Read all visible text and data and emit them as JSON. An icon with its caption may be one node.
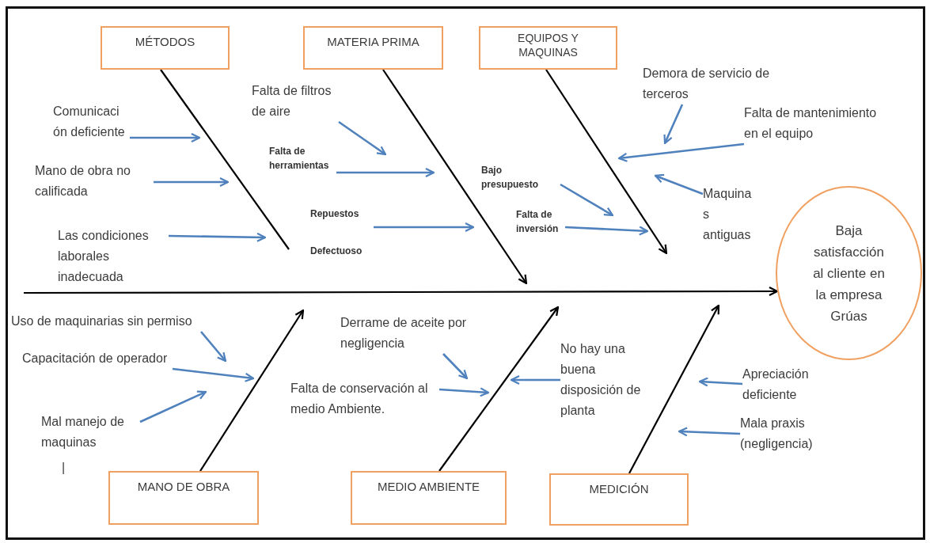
{
  "diagram": {
    "nodes": [
      {
        "text": [
          "MÉTODOS"
        ]
      },
      {
        "text": [
          "MATERIA PRIMA"
        ]
      },
      {
        "text": [
          "EQUIPOS Y MAQUINAS"
        ]
      },
      {
        "text": [
          "Comunicaci ón deficiente"
        ]
      },
      {
        "text": [
          "Mano de obra no calificada"
        ]
      },
      {
        "text": [
          "Las condiciones laborales inadecuada"
        ]
      },
      {
        "text": [
          "Falta de filtros de aire"
        ]
      },
      {
        "text": [
          "Falta de herramientas"
        ]
      },
      {
        "text": [
          "Repuestos",
          "Defectuoso"
        ]
      },
      {
        "text": [
          "Bajo presupuesto"
        ]
      },
      {
        "text": [
          "Falta de inversión"
        ]
      },
      {
        "text": [
          "Demora de servicio de terceros"
        ]
      },
      {
        "text": [
          "Falta de mantenimiento en el equipo"
        ]
      },
      {
        "text": [
          "Maquina s antiguas"
        ]
      },
      {
        "text": [
          "Baja satisfacción al cliente en la empresa Grúas"
        ]
      },
      {
        "text": [
          "Uso de maquinarias sin permiso"
        ]
      },
      {
        "text": [
          "Capacitación de operador"
        ]
      },
      {
        "text": [
          "Mal manejo de maquinas"
        ]
      },
      {
        "text": [
          "Derrame de aceite por negligencia"
        ]
      },
      {
        "text": [
          "Falta de conservación al medio Ambiente."
        ]
      },
      {
        "text": [
          "No hay una buena disposición de planta"
        ]
      },
      {
        "text": [
          "Apreciación deficiente"
        ]
      },
      {
        "text": [
          "Mala praxis (negligencia)"
        ]
      },
      {
        "text": [
          "MANO DE OBRA"
        ]
      },
      {
        "text": [
          "MEDIO AMBIENTE"
        ]
      },
      {
        "text": [
          "MEDICIÓN"
        ]
      }
    ],
    "edges": [
      {
        "from": 0,
        "to": null,
        "arrow": "none",
        "color": "#000000"
      },
      {
        "from": 1,
        "to": null,
        "arrow": "to",
        "color": "#000000"
      },
      {
        "from": 2,
        "to": null,
        "arrow": "to",
        "color": "#000000"
      },
      {
        "from": null,
        "to": 14,
        "arrow": "to",
        "color": "#000000"
      },
      {
        "from": 23,
        "to": null,
        "arrow": "to",
        "color": "#000000"
      },
      {
        "from": 24,
        "to": null,
        "arrow": "to",
        "color": "#000000"
      },
      {
        "from": 25,
        "to": null,
        "arrow": "to",
        "color": "#000000"
      },
      {
        "from": 3,
        "to": null,
        "arrow": "to"
      },
      {
        "from": 4,
        "to": null,
        "arrow": "to"
      },
      {
        "from": 5,
        "to": null,
        "arrow": "to"
      },
      {
        "from": 6,
        "to": null,
        "arrow": "to"
      },
      {
        "from": 7,
        "to": null,
        "arrow": "to"
      },
      {
        "from": 8,
        "to": null,
        "arrow": "to"
      },
      {
        "from": 9,
        "to": null,
        "arrow": "to"
      },
      {
        "from": 10,
        "to": null,
        "arrow": "to"
      },
      {
        "from": 11,
        "to": null,
        "arrow": "to"
      },
      {
        "from": 12,
        "to": null,
        "arrow": "to"
      },
      {
        "from": 13,
        "to": null,
        "arrow": "to"
      },
      {
        "from": 15,
        "to": null,
        "arrow": "to"
      },
      {
        "from": 16,
        "to": null,
        "arrow": "to"
      },
      {
        "from": 17,
        "to": null,
        "arrow": "to"
      },
      {
        "from": 18,
        "to": null,
        "arrow": "to"
      },
      {
        "from": 19,
        "to": null,
        "arrow": "to"
      },
      {
        "from": 20,
        "to": null,
        "arrow": "to"
      },
      {
        "from": 21,
        "to": null,
        "arrow": "to"
      },
      {
        "from": 22,
        "to": null,
        "arrow": "to"
      }
    ],
    "labels": [
      "|"
    ]
  }
}
